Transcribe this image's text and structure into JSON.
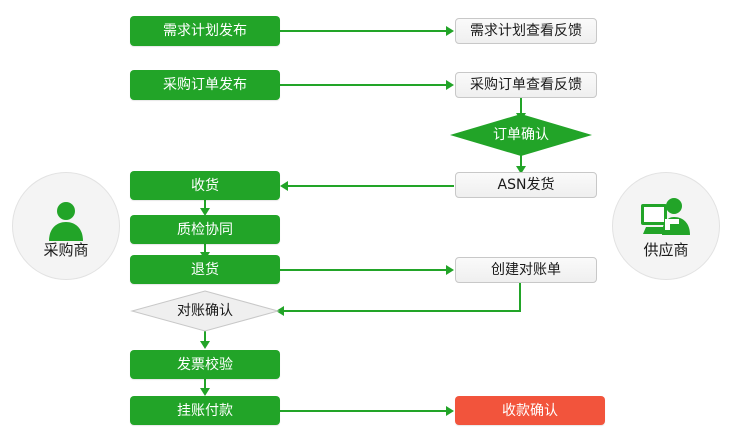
{
  "colors": {
    "green": "#22A428",
    "red": "#F2543C",
    "gray_fill": "#F2F2F2",
    "gray_border": "#C8C8C8",
    "background": "#FFFFFF",
    "circle_fill": "#F4F4F4"
  },
  "actors": {
    "left": {
      "label": "采购商",
      "icon": "person-icon"
    },
    "right": {
      "label": "供应商",
      "icon": "person-with-monitor-icon"
    }
  },
  "nodes": {
    "demand_plan_publish": {
      "label": "需求计划发布",
      "shape": "rect",
      "style": "green"
    },
    "demand_plan_feedback": {
      "label": "需求计划查看反馈",
      "shape": "rect",
      "style": "gray"
    },
    "purchase_order_publish": {
      "label": "采购订单发布",
      "shape": "rect",
      "style": "green"
    },
    "purchase_order_feedback": {
      "label": "采购订单查看反馈",
      "shape": "rect",
      "style": "gray"
    },
    "order_confirm": {
      "label": "订单确认",
      "shape": "diamond",
      "style": "green"
    },
    "asn_shipment": {
      "label": "ASN发货",
      "shape": "rect",
      "style": "gray"
    },
    "receive_goods": {
      "label": "收货",
      "shape": "rect",
      "style": "green"
    },
    "quality_inspection": {
      "label": "质检协同",
      "shape": "rect",
      "style": "green"
    },
    "return_goods": {
      "label": "退货",
      "shape": "rect",
      "style": "green"
    },
    "create_statement": {
      "label": "创建对账单",
      "shape": "rect",
      "style": "gray"
    },
    "statement_confirm": {
      "label": "对账确认",
      "shape": "diamond",
      "style": "white"
    },
    "invoice_verify": {
      "label": "发票校验",
      "shape": "rect",
      "style": "green"
    },
    "pending_payment": {
      "label": "挂账付款",
      "shape": "rect",
      "style": "green"
    },
    "payment_confirm": {
      "label": "收款确认",
      "shape": "rect",
      "style": "red"
    }
  },
  "edges": [
    {
      "from": "demand_plan_publish",
      "to": "demand_plan_feedback",
      "direction": "right"
    },
    {
      "from": "purchase_order_publish",
      "to": "purchase_order_feedback",
      "direction": "right"
    },
    {
      "from": "purchase_order_feedback",
      "to": "order_confirm",
      "direction": "down"
    },
    {
      "from": "order_confirm",
      "to": "asn_shipment",
      "direction": "down"
    },
    {
      "from": "asn_shipment",
      "to": "receive_goods",
      "direction": "left"
    },
    {
      "from": "receive_goods",
      "to": "quality_inspection",
      "direction": "down"
    },
    {
      "from": "quality_inspection",
      "to": "return_goods",
      "direction": "down"
    },
    {
      "from": "return_goods",
      "to": "create_statement",
      "direction": "right"
    },
    {
      "from": "create_statement",
      "to": "statement_confirm",
      "direction": "left"
    },
    {
      "from": "statement_confirm",
      "to": "invoice_verify",
      "direction": "down"
    },
    {
      "from": "invoice_verify",
      "to": "pending_payment",
      "direction": "down"
    },
    {
      "from": "pending_payment",
      "to": "payment_confirm",
      "direction": "right"
    }
  ]
}
